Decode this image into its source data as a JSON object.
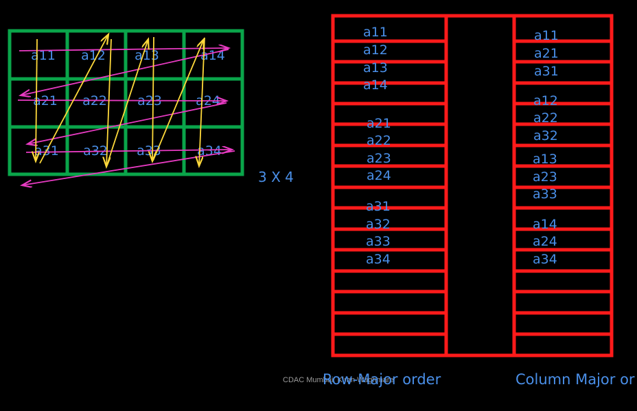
{
  "colors": {
    "background": "#000000",
    "grid": "#0aa54a",
    "memory_block": "#ff1a1a",
    "text": "#4a8fe8",
    "row_traversal_arrow": "#e83bc2",
    "column_traversal_arrow": "#ffd93b",
    "footer": "#9a9a9a"
  },
  "matrix": {
    "cells": [
      [
        "a11",
        "a12",
        "a13",
        "a14"
      ],
      [
        "a21",
        "a22",
        "a23",
        "a24"
      ],
      [
        "a31",
        "a32",
        "a33",
        "a34"
      ]
    ],
    "dimension_label": "3 X 4"
  },
  "row_major": {
    "caption": "Row-Major order",
    "slot_count": 16,
    "groups": [
      [
        "a11",
        "a12",
        "a13",
        "a14"
      ],
      [
        "a21",
        "a22",
        "a23",
        "a24"
      ],
      [
        "a31",
        "a32",
        "a33",
        "a34"
      ]
    ]
  },
  "column_major": {
    "caption": "Column Major or",
    "slot_count": 16,
    "groups": [
      [
        "a11",
        "a21",
        "a31"
      ],
      [
        "a12",
        "a22",
        "a32"
      ],
      [
        "a13",
        "a23",
        "a33"
      ],
      [
        "a14",
        "a24",
        "a34"
      ]
    ]
  },
  "footer": {
    "text": "CDAC Mumbai: Kiran Waghmare"
  }
}
